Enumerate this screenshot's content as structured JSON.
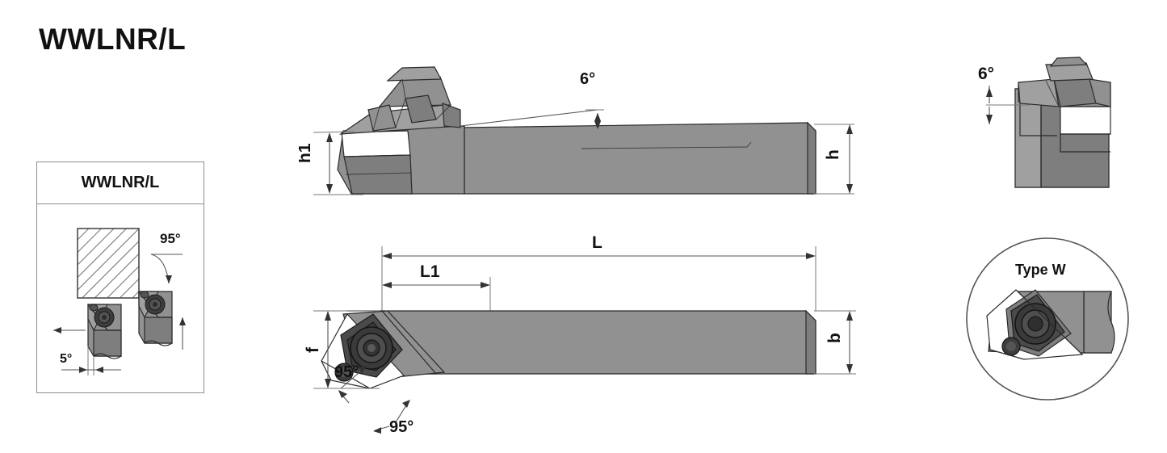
{
  "page": {
    "title": "WWLNR/L",
    "background_color": "#ffffff",
    "body_color": "#919191",
    "line_color": "#2a2a2a",
    "dim_color": "#555555"
  },
  "inset_card": {
    "header_label": "WWLNR/L",
    "angle_main": "95°",
    "angle_secondary": "5°"
  },
  "side_view": {
    "dim_h1": "h1",
    "dim_h": "h",
    "angle_rake": "6°"
  },
  "top_view": {
    "dim_L": "L",
    "dim_L1": "L1",
    "dim_f": "f",
    "dim_b": "b",
    "angle_lead_upper": "95°",
    "angle_lead_lower": "95°"
  },
  "detail_front": {
    "angle": "6°"
  },
  "detail_type": {
    "label": "Type W"
  }
}
